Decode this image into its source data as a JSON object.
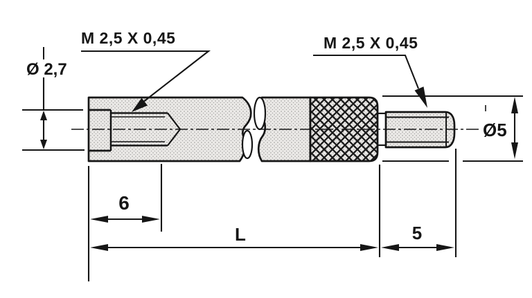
{
  "labels": {
    "thread_left": "M 2,5 X 0,45",
    "thread_right": "M 2,5 X 0,45",
    "bore_dia": "Ø 2,7",
    "outer_dia": "Ø5",
    "thread_depth": "6",
    "length": "L",
    "stud_length": "5"
  },
  "colors": {
    "line": "#161616",
    "background": "#ffffff",
    "stipple_dot": "#8a8a8a"
  }
}
